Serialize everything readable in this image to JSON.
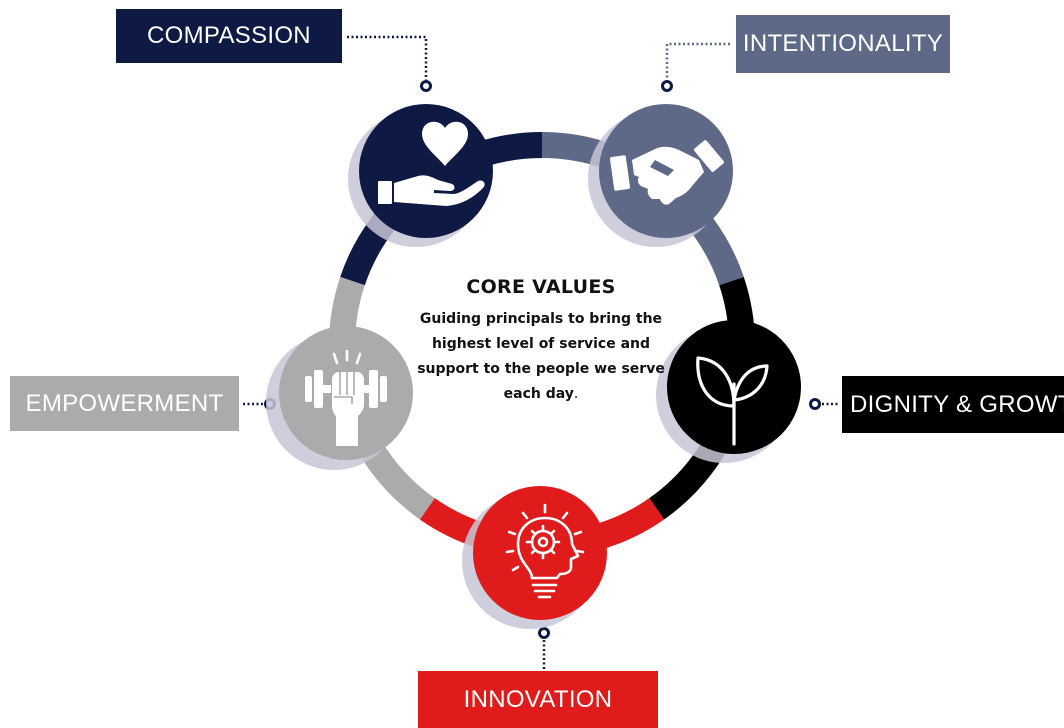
{
  "center": {
    "title": "CORE VALUES",
    "description": "Guiding principals to bring the highest level of service and support to the people we serve each day",
    "description_end": "."
  },
  "values": [
    {
      "key": "compassion",
      "label": "COMPASSION",
      "icon": "heart-hand-icon",
      "color": "#0e1a44"
    },
    {
      "key": "intentionality",
      "label": "INTENTIONALITY",
      "icon": "handshake-icon",
      "color": "#5d6986"
    },
    {
      "key": "dignity_growth",
      "label": "DIGNITY & GROWTH",
      "icon": "sprout-icon",
      "color": "#000000"
    },
    {
      "key": "innovation",
      "label": "INNOVATION",
      "icon": "lightbulb-gear-icon",
      "color": "#e01b1b"
    },
    {
      "key": "empowerment",
      "label": "EMPOWERMENT",
      "icon": "fist-dumbbell-icon",
      "color": "#ababab"
    }
  ]
}
